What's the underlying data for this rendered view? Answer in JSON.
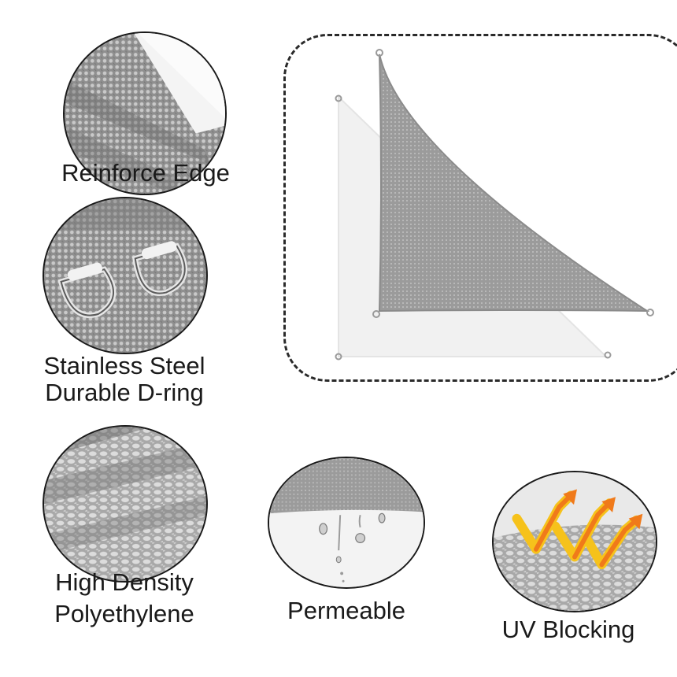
{
  "features": {
    "reinforce_edge": {
      "label": "Reinforce Edge"
    },
    "d_ring": {
      "line1": "Stainless Steel",
      "line2": "Durable D-ring"
    },
    "polyethylene": {
      "line1": "High Density",
      "line2": "Polyethylene"
    },
    "permeable": {
      "label": "Permeable"
    },
    "uv_blocking": {
      "label": "UV Blocking"
    }
  },
  "colors": {
    "fabric_gray": "#9a9a9a",
    "fabric_shadow": "#eeeeee",
    "arrow_orange": "#f07a1a",
    "arrow_yellow": "#f6c21b",
    "outline": "#1a1a1a"
  },
  "icons": [
    "d-ring-icon",
    "water-drop-icon",
    "uv-arrow-icon"
  ]
}
